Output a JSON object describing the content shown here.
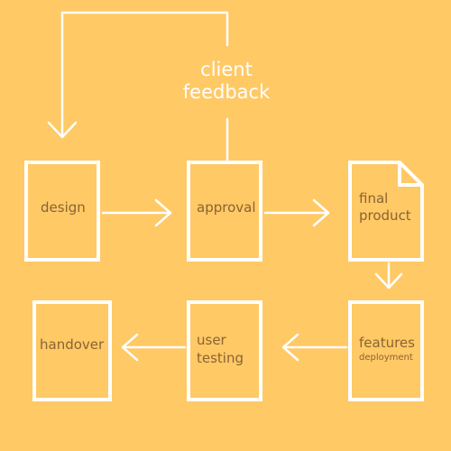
{
  "diagram": {
    "feedback": {
      "line1": "client",
      "line2": "feedback"
    },
    "nodes": {
      "design": {
        "label": "design"
      },
      "approval": {
        "label": "approval"
      },
      "final_product": {
        "line1": "final",
        "line2": "product"
      },
      "features": {
        "label": "features",
        "sub": "deployment"
      },
      "user_testing": {
        "line1": "user",
        "line2": "testing"
      },
      "handover": {
        "label": "handover"
      }
    },
    "colors": {
      "background": "#ffc966",
      "stroke": "#ffffff",
      "text": "#8a6332"
    }
  }
}
